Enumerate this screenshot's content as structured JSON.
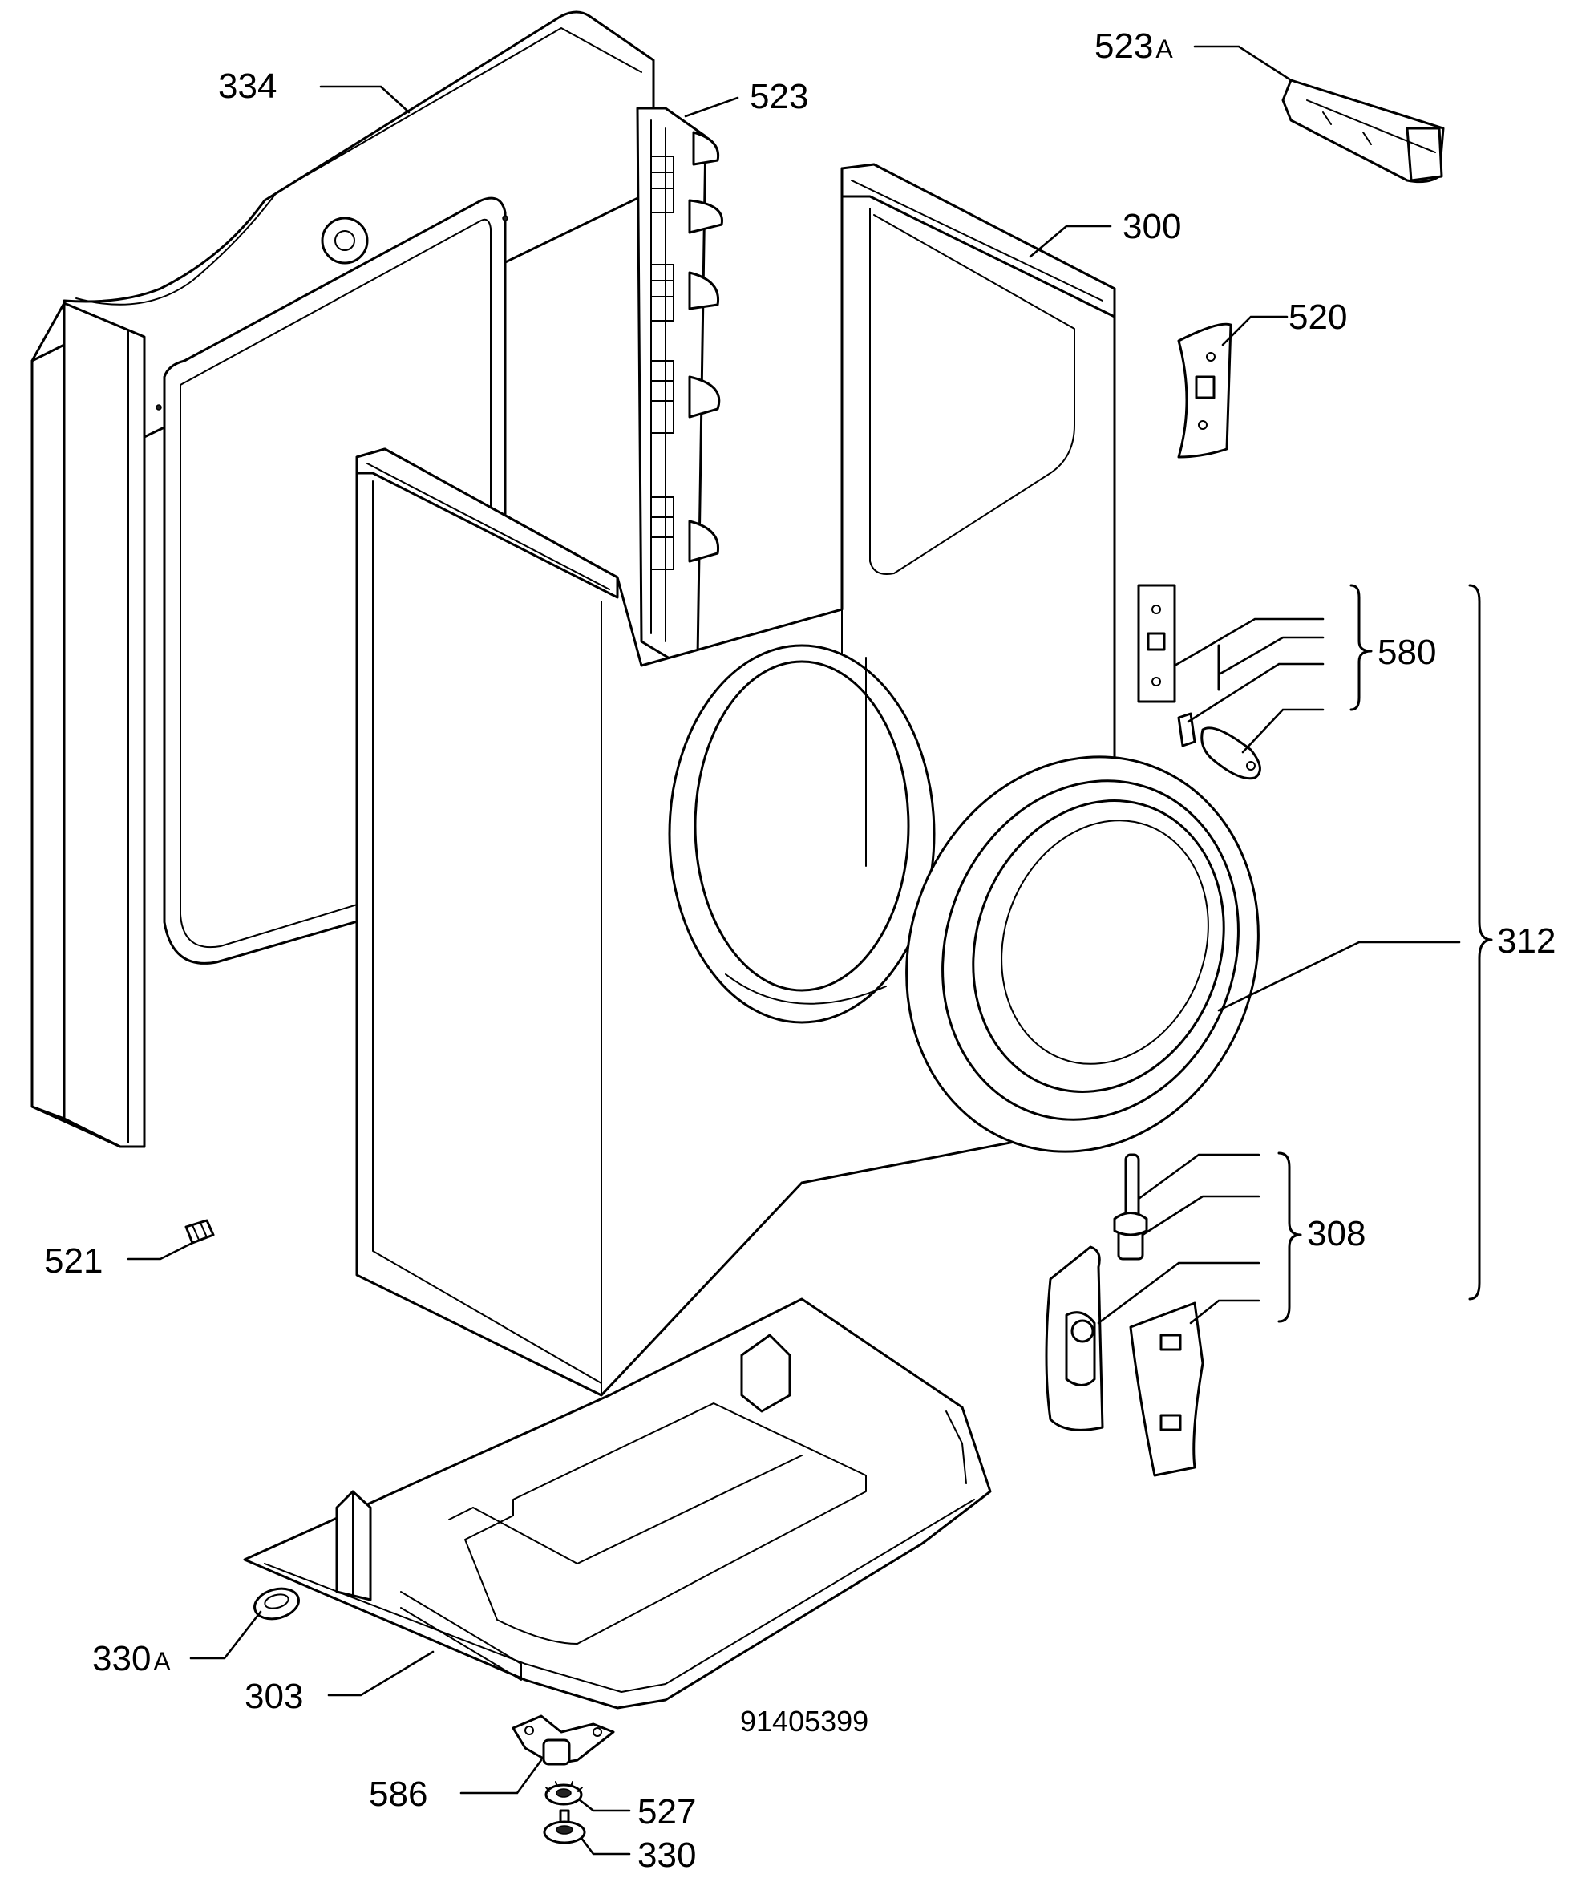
{
  "diagram": {
    "drawing_number": "91405399",
    "labels": {
      "p334": "334",
      "p523": "523",
      "p523a_num": "523",
      "p523a_suffix": "A",
      "p300": "300",
      "p520": "520",
      "p580": "580",
      "p312": "312",
      "p308": "308",
      "p521": "521",
      "p330a_num": "330",
      "p330a_suffix": "A",
      "p303": "303",
      "p586": "586",
      "p527": "527",
      "p330": "330"
    }
  }
}
